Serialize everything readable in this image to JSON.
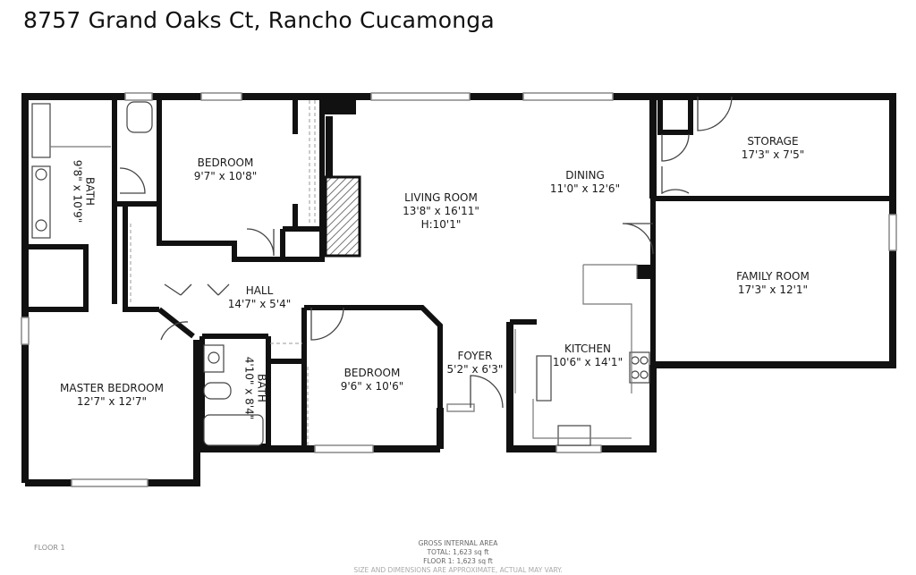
{
  "title": "8757 Grand Oaks Ct, Rancho Cucamonga",
  "rooms": {
    "bedroom_1": {
      "name": "BEDROOM",
      "dims": "9'7\" x 10'8\""
    },
    "living_room": {
      "name": "LIVING ROOM",
      "dims": "13'8\" x 16'11\"",
      "height": "H:10'1\""
    },
    "dining": {
      "name": "DINING",
      "dims": "11'0\" x 12'6\""
    },
    "storage": {
      "name": "STORAGE",
      "dims": "17'3\" x 7'5\""
    },
    "bath_1": {
      "name": "BATH",
      "dims": "9'8\" x 10'9\""
    },
    "hall": {
      "name": "HALL",
      "dims": "14'7\" x 5'4\""
    },
    "family_room": {
      "name": "FAMILY ROOM",
      "dims": "17'3\" x 12'1\""
    },
    "master_bedroom": {
      "name": "MASTER BEDROOM",
      "dims": "12'7\" x 12'7\""
    },
    "bath_2": {
      "name": "BATH",
      "dims": "4'10\" x 8'4\""
    },
    "bedroom_2": {
      "name": "BEDROOM",
      "dims": "9'6\" x 10'6\""
    },
    "foyer": {
      "name": "FOYER",
      "dims": "5'2\" x 6'3\""
    },
    "kitchen": {
      "name": "KITCHEN",
      "dims": "10'6\" x 14'1\""
    }
  },
  "floor_label": "FLOOR 1",
  "area": {
    "heading": "GROSS INTERNAL AREA",
    "total": "TOTAL: 1,623 sq ft",
    "floor": "FLOOR 1: 1,623 sq ft",
    "disclaimer": "SIZE AND DIMENSIONS ARE APPROXIMATE, ACTUAL MAY VARY."
  }
}
